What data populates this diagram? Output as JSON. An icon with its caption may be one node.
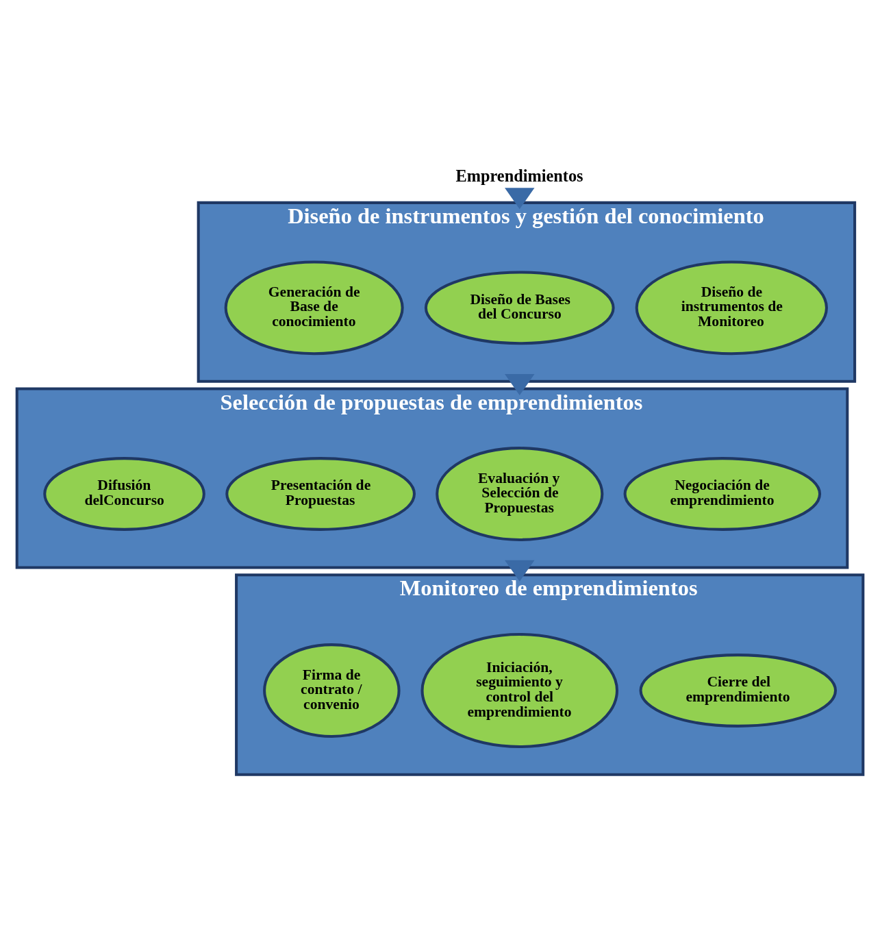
{
  "diagram": {
    "nodes": [
      {
        "text": [
          "Emprendimientos"
        ]
      },
      {
        "text": [
          "Diseño de instrumentos y gestión del conocimiento"
        ]
      },
      {
        "text": [
          "Generación de Base de conocimiento"
        ],
        "in": 1
      },
      {
        "text": [
          "Diseño de Bases del Concurso"
        ],
        "in": 1
      },
      {
        "text": [
          "Diseño de instrumentos de Monitoreo"
        ],
        "in": 1
      },
      {
        "text": [
          "Selección de propuestas de emprendimientos"
        ]
      },
      {
        "text": [
          "Difusión delConcurso"
        ],
        "in": 5
      },
      {
        "text": [
          "Presentación de Propuestas"
        ],
        "in": 5
      },
      {
        "text": [
          "Evaluación y Selección de Propuestas"
        ],
        "in": 5
      },
      {
        "text": [
          "Negociación de emprendimiento"
        ],
        "in": 5
      },
      {
        "text": [
          "Monitoreo de emprendimientos"
        ]
      },
      {
        "text": [
          "Firma de contrato / convenio"
        ],
        "in": 10
      },
      {
        "text": [
          "Iniciación, seguimiento y control del emprendimiento"
        ],
        "in": 10
      },
      {
        "text": [
          "Cierre del emprendimiento"
        ],
        "in": 10
      }
    ],
    "edges": [
      {
        "from": 0,
        "to": 1,
        "arrow": "to",
        "style": "thick"
      },
      {
        "from": 1,
        "to": 5,
        "arrow": "to",
        "style": "thick"
      },
      {
        "from": 5,
        "to": 10,
        "arrow": "to",
        "style": "thick"
      }
    ]
  }
}
